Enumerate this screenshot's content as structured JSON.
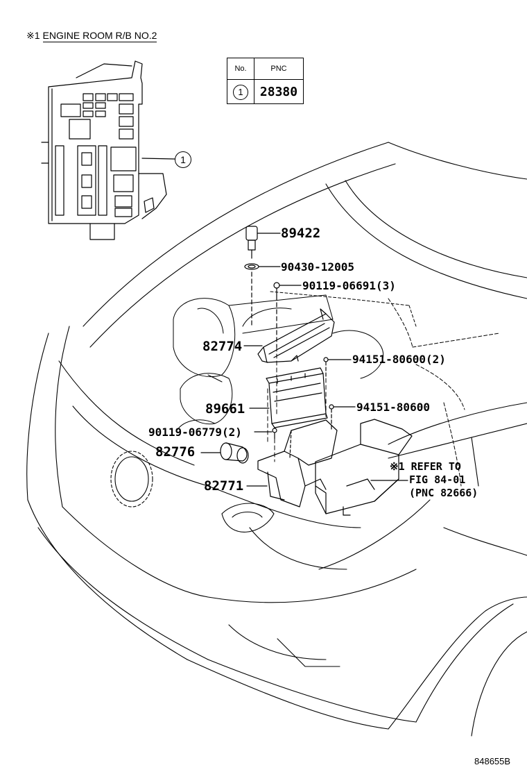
{
  "header": {
    "mark": "※1",
    "title": "ENGINE ROOM R/B NO.2"
  },
  "table": {
    "col_no": "No.",
    "col_pnc": "PNC",
    "rows": [
      {
        "no": "1",
        "pnc": "28380"
      }
    ]
  },
  "callout": {
    "no": "1"
  },
  "parts": {
    "p89422": "89422",
    "p90430": "90430-12005",
    "p90119a": "90119-06691(3)",
    "p82774": "82774",
    "p94151a": "94151-80600(2)",
    "p89661": "89661",
    "p94151b": "94151-80600",
    "p90119b": "90119-06779(2)",
    "p82776": "82776",
    "p82771": "82771"
  },
  "reference": {
    "line1": "※1 REFER TO",
    "line2": "FIG 84-01",
    "line3": "(PNC 82666)"
  },
  "figure_id": "848655B"
}
